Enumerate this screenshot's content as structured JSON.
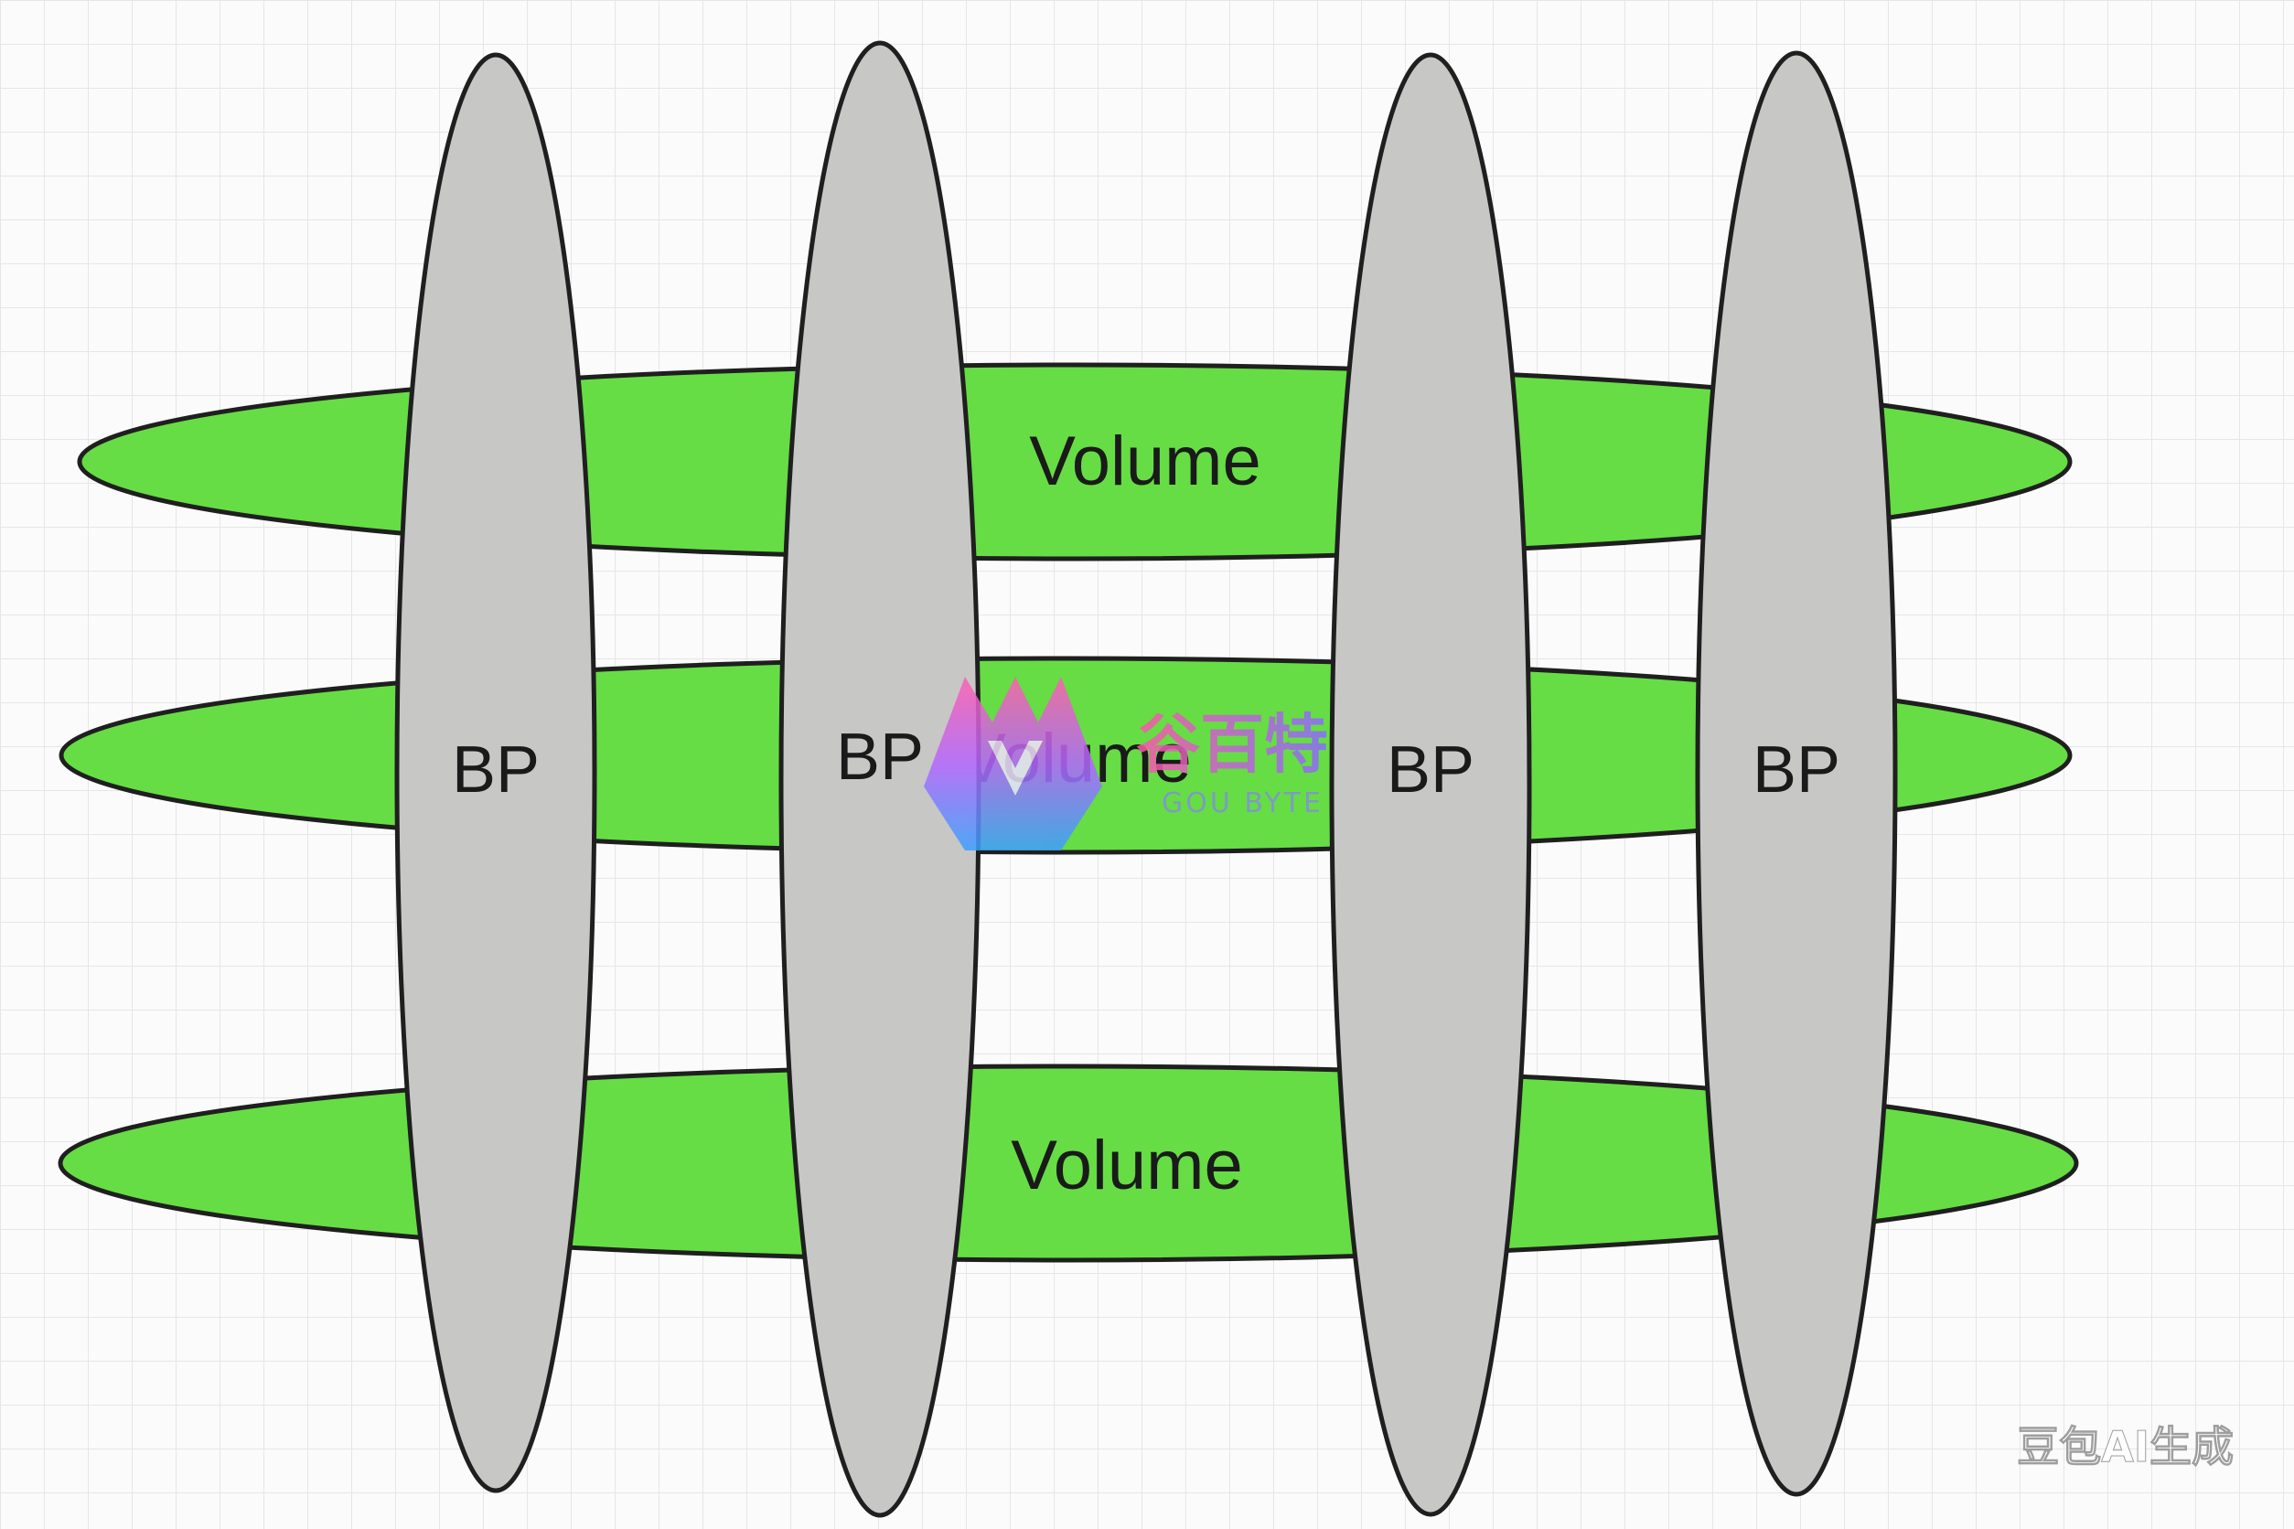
{
  "colors": {
    "background": "#fbfbfb",
    "grid": "#e6e6e6",
    "volume_fill": "#66dd44",
    "bp_fill": "#c7c7c6",
    "outline": "#1f1f1f",
    "label": "#1a1a1a"
  },
  "volumes": [
    {
      "label": "Volume"
    },
    {
      "label": "Volume"
    },
    {
      "label": "Volume"
    }
  ],
  "bps": [
    {
      "label": "BP"
    },
    {
      "label": "BP"
    },
    {
      "label": "BP"
    },
    {
      "label": "BP"
    }
  ],
  "watermark": {
    "logo_text_cn": "谷百特",
    "logo_text_en": "GOU BYTE",
    "corner_text": "豆包AI生成"
  }
}
